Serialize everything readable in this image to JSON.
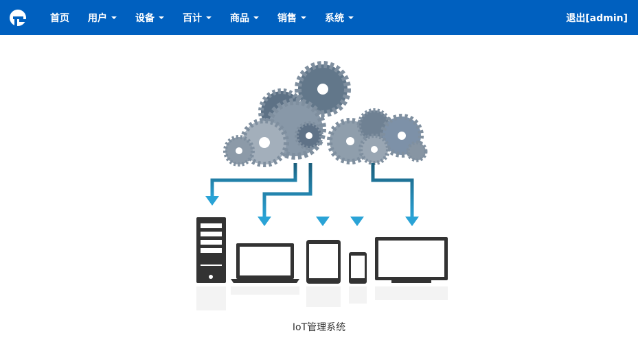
{
  "nav": {
    "items": [
      {
        "label": "首页",
        "dropdown": false
      },
      {
        "label": "用户",
        "dropdown": true
      },
      {
        "label": "设备",
        "dropdown": true
      },
      {
        "label": "百计",
        "dropdown": true
      },
      {
        "label": "商品",
        "dropdown": true
      },
      {
        "label": "销售",
        "dropdown": true
      },
      {
        "label": "系统",
        "dropdown": true
      }
    ],
    "logout": "退出[admin]"
  },
  "caption": "IoT管理系统",
  "colors": {
    "nav_bg": "#0060bf",
    "arrow": "#2a9fd0",
    "gear": "#7a8a9a",
    "device": "#333333"
  }
}
